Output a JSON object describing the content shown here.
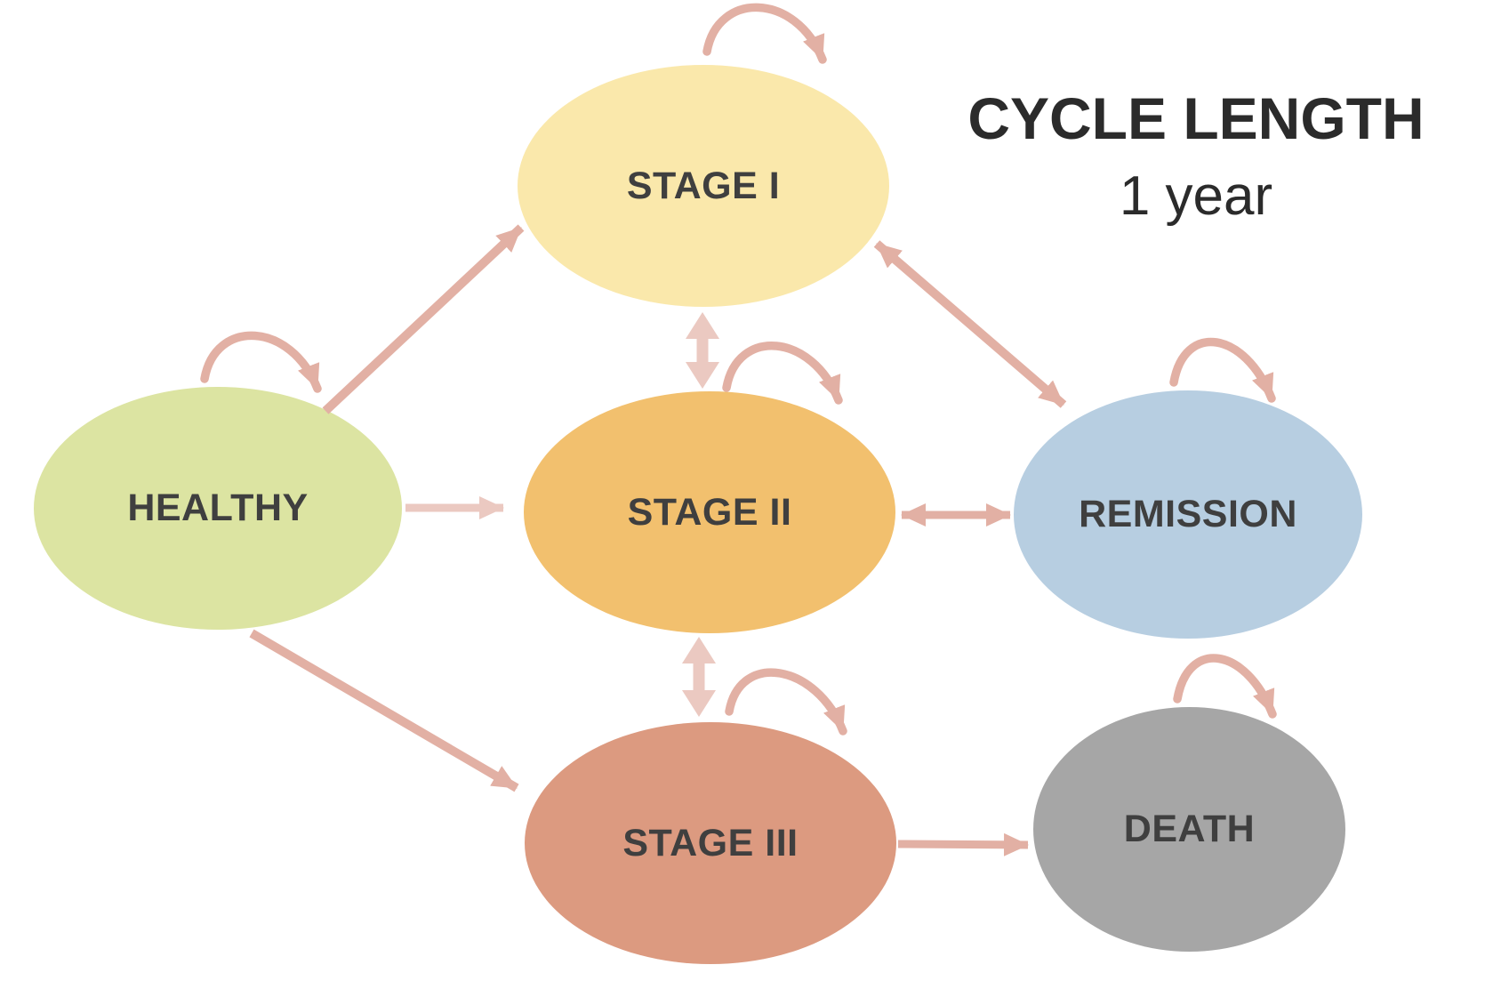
{
  "title": {
    "heading": "CYCLE LENGTH",
    "subheading": "1 year"
  },
  "colors": {
    "background": "#ffffff",
    "label_text": "#3f3f3f",
    "title_text": "#2b2b2b",
    "arrow_salmon": "#e2b0a4",
    "arrow_pale": "#ebc9c1"
  },
  "states": [
    {
      "id": "healthy",
      "label": "HEALTHY",
      "fill": "#dce4a2",
      "self_loop": true
    },
    {
      "id": "stage1",
      "label": "STAGE I",
      "fill": "#fae8ab",
      "self_loop": true
    },
    {
      "id": "stage2",
      "label": "STAGE II",
      "fill": "#f2c06e",
      "self_loop": true
    },
    {
      "id": "stage3",
      "label": "STAGE III",
      "fill": "#dc9a80",
      "self_loop": true
    },
    {
      "id": "remission",
      "label": "REMISSION",
      "fill": "#b7cee1",
      "self_loop": true
    },
    {
      "id": "death",
      "label": "DEATH",
      "fill": "#a6a6a6",
      "self_loop": true
    }
  ],
  "transitions": [
    {
      "from": "healthy",
      "to": "stage1",
      "bidirectional": false
    },
    {
      "from": "healthy",
      "to": "stage2",
      "bidirectional": false
    },
    {
      "from": "healthy",
      "to": "stage3",
      "bidirectional": false
    },
    {
      "from": "stage1",
      "to": "stage2",
      "bidirectional": true
    },
    {
      "from": "stage2",
      "to": "stage3",
      "bidirectional": true
    },
    {
      "from": "stage1",
      "to": "remission",
      "bidirectional": true
    },
    {
      "from": "stage2",
      "to": "remission",
      "bidirectional": true
    },
    {
      "from": "stage3",
      "to": "death",
      "bidirectional": false
    }
  ]
}
